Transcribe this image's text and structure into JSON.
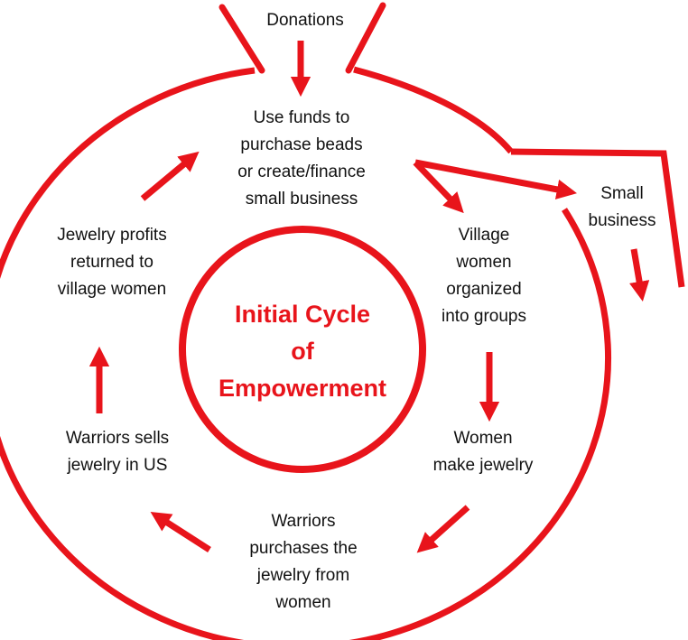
{
  "colors": {
    "accent": "#e8141b",
    "text": "#111111"
  },
  "diagram": {
    "center_title": [
      "Initial Cycle",
      "of",
      "Empowerment"
    ],
    "nodes": {
      "donations": [
        "Donations"
      ],
      "use_funds": [
        "Use funds to",
        "purchase beads",
        "or create/finance",
        "small business"
      ],
      "village_women": [
        "Village",
        "women",
        "organized",
        "into groups"
      ],
      "women_make_jewelry": [
        "Women",
        "make jewelry"
      ],
      "warriors_purchase": [
        "Warriors",
        "purchases the",
        "jewelry from",
        "women"
      ],
      "warriors_sell": [
        "Warriors sells",
        "jewelry in  US"
      ],
      "profits_returned": [
        "Jewelry profits",
        "returned to",
        "village women"
      ],
      "small_business": [
        "Small",
        "business"
      ]
    }
  }
}
